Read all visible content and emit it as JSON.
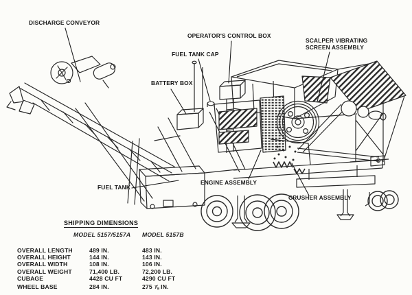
{
  "colors": {
    "ink": "#222222",
    "paper": "#fcfcf9"
  },
  "callouts": {
    "discharge_conveyor": "DISCHARGE CONVEYOR",
    "operators_control_box": "OPERATOR'S CONTROL BOX",
    "fuel_tank_cap": "FUEL TANK CAP",
    "scalper_line1": "SCALPER VIBRATING",
    "scalper_line2": "SCREEN ASSEMBLY",
    "battery_box": "BATTERY BOX",
    "fuel_tank": "FUEL TANK",
    "engine_assembly": "ENGINE ASSEMBLY",
    "crusher_assembly": "CRUSHER ASSEMBLY"
  },
  "table": {
    "title": "SHIPPING DIMENSIONS",
    "col_a": "MODEL 5157/5157A",
    "col_b": "MODEL 5157B",
    "rows": [
      {
        "label": "OVERALL LENGTH",
        "a": "489 IN.",
        "b": "483 IN."
      },
      {
        "label": "OVERALL HEIGHT",
        "a": "144 IN.",
        "b": "143 IN."
      },
      {
        "label": "OVERALL WIDTH",
        "a": "108 IN.",
        "b": "106 IN."
      },
      {
        "label": "OVERALL WEIGHT",
        "a": "71,400 LB.",
        "b": "72,200 LB."
      },
      {
        "label": "CUBAGE",
        "a": "4428 CU FT",
        "b": "4290 CU FT"
      },
      {
        "label": "WHEEL BASE",
        "a": "284 IN.",
        "b": "275 ⅞ IN."
      }
    ]
  }
}
